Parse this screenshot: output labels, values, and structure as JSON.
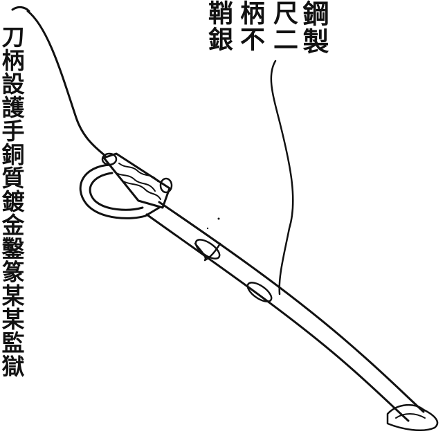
{
  "caption": {
    "columns_right": [
      "鋼製",
      "尺二",
      "柄不",
      "鞘銀"
    ],
    "column_left": "刀柄設護手銅質鍍金鑿篆某某監獄"
  },
  "colors": {
    "ink": "#111111",
    "paper": "#ffffff"
  }
}
